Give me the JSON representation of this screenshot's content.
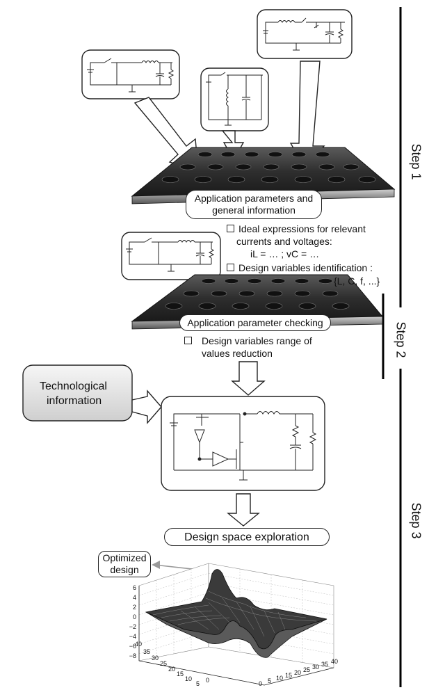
{
  "steps": {
    "step1": "Step 1",
    "step2": "Step 2",
    "step3": "Step 3"
  },
  "platform1": {
    "caption_line1": "Application parameters and",
    "caption_line2": "general information"
  },
  "bullets_step1": {
    "ideal_line1": "Ideal expressions for relevant",
    "ideal_line2": "currents and voltages:",
    "ideal_line3": "iL = … ; vC = …",
    "design_line1": "Design variables identification :",
    "design_line2": "{L, C, f, ...}"
  },
  "platform2": {
    "caption": "Application parameter checking"
  },
  "bullets_step2": {
    "line1": "Design variables range of",
    "line2": "values reduction"
  },
  "tech_box": {
    "line1": "Technological",
    "line2": "information"
  },
  "exploration": {
    "title": "Design space exploration"
  },
  "optimized": {
    "line1": "Optimized",
    "line2": "design"
  },
  "plot": {
    "z_ticks": [
      "6",
      "4",
      "2",
      "0",
      "−2",
      "−4",
      "−6",
      "−8"
    ],
    "left_ticks": [
      "40",
      "35",
      "30",
      "25",
      "20",
      "15",
      "10",
      "5",
      "0"
    ],
    "right_ticks": [
      "0",
      "5",
      "10",
      "15",
      "20",
      "25",
      "30",
      "35",
      "40"
    ]
  }
}
